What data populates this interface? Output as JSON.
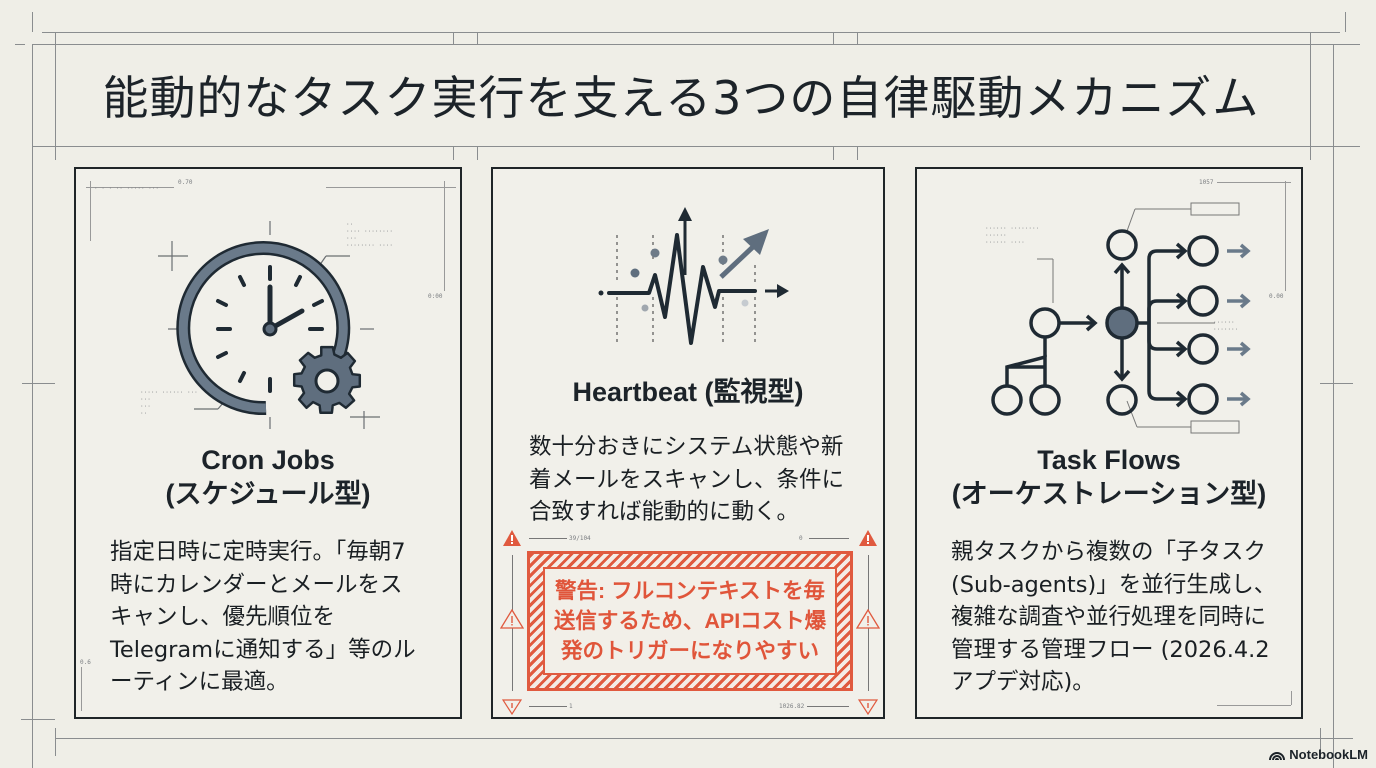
{
  "title": "能動的なタスク実行を支える3つの自律駆動メカニズム",
  "colors": {
    "background": "#efeee7",
    "ink": "#1c2329",
    "slate": "#5f6e7e",
    "warning": "#e05a3f"
  },
  "cards": [
    {
      "icon": "clock-gear-icon",
      "heading_line1": "Cron Jobs",
      "heading_line2": "(スケジュール型)",
      "body": [
        "指定日時に定時実行。「毎朝7",
        "時にカレンダーとメールをス",
        "キャンし、優先順位を",
        "Telegramに通知する」等のル",
        "ーティンに最適。"
      ],
      "annotations": {
        "top_left_value": "0.70",
        "right_value": "0:00",
        "bottom_left_value": "0.6"
      }
    },
    {
      "icon": "heartbeat-pulse-icon",
      "heading": "Heartbeat (監視型)",
      "body": [
        "数十分おきにシステム状態や新",
        "着メールをスキャンし、条件に",
        "合致すれば能動的に動く。"
      ],
      "warning": {
        "icon": "warning-triangle-icon",
        "lines": [
          "警告: フルコンテキストを毎",
          "送信するため、APIコスト爆",
          "発のトリガーになりやすい"
        ],
        "dim_top_left": "39/104",
        "dim_top_right": "0",
        "dim_bottom_left": "1",
        "dim_bottom_right": "1026.82"
      }
    },
    {
      "icon": "task-flow-tree-icon",
      "heading_line1": "Task Flows",
      "heading_line2": "(オーケストレーション型)",
      "body": [
        "親タスクから複数の「子タスク",
        "(Sub-agents)」を並行生成し、",
        "複雑な調査や並行処理を同時に",
        "管理する管理フロー (2026.4.2",
        "アプデ対応)。"
      ],
      "annotations": {
        "top_right_value": "1057",
        "right_value": "0.00"
      }
    }
  ],
  "brand": {
    "label": "NotebookLM",
    "icon": "notebooklm-logo-icon"
  }
}
